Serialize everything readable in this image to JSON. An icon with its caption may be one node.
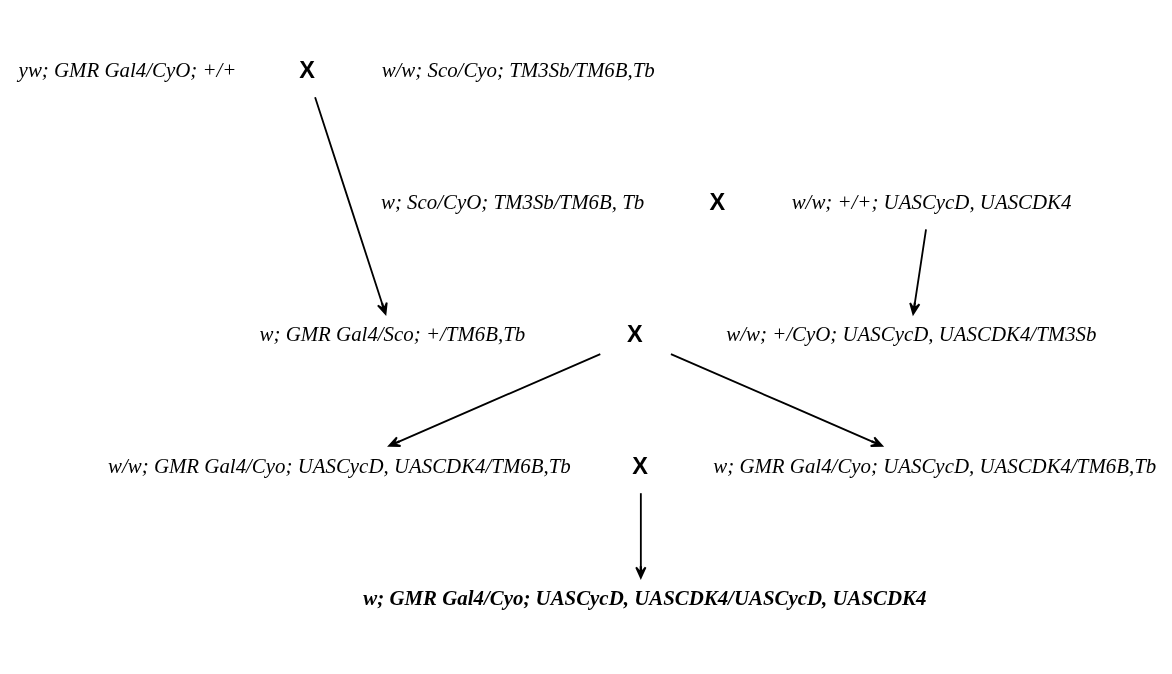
{
  "diagram": {
    "nodes": [
      {
        "text": [
          "yw; GMR Gal4/CyO; +/+"
        ]
      },
      {
        "text": [
          "X"
        ]
      },
      {
        "text": [
          "w/w; Sco/Cyo; TM3Sb/TM6B,Tb"
        ]
      },
      {
        "text": [
          "w; Sco/CyO; TM3Sb/TM6B, Tb"
        ]
      },
      {
        "text": [
          "X"
        ]
      },
      {
        "text": [
          "w/w; +/+; UASCycD, UASCDK4"
        ]
      },
      {
        "text": [
          "w; GMR Gal4/Sco; +/TM6B,Tb"
        ]
      },
      {
        "text": [
          "X"
        ]
      },
      {
        "text": [
          "w/w; +/CyO; UASCycD, UASCDK4/TM3Sb"
        ]
      },
      {
        "text": [
          "w/w; GMR Gal4/Cyo; UASCycD, UASCDK4/TM6B,Tb"
        ]
      },
      {
        "text": [
          "X"
        ]
      },
      {
        "text": [
          "w; GMR Gal4/Cyo; UASCycD, UASCDK4/TM6B,Tb"
        ]
      },
      {
        "text": [
          "w; GMR Gal4/Cyo; UASCycD, UASCDK4/UASCycD, UASCDK4"
        ]
      }
    ],
    "edges": [
      {
        "from": 1,
        "to": 6,
        "arrow": "to"
      },
      {
        "from": 5,
        "to": 8,
        "arrow": "to"
      },
      {
        "from": 7,
        "to": 9,
        "arrow": "to"
      },
      {
        "from": 7,
        "to": 11,
        "arrow": "to"
      },
      {
        "from": 10,
        "to": 12,
        "arrow": "to"
      }
    ]
  }
}
